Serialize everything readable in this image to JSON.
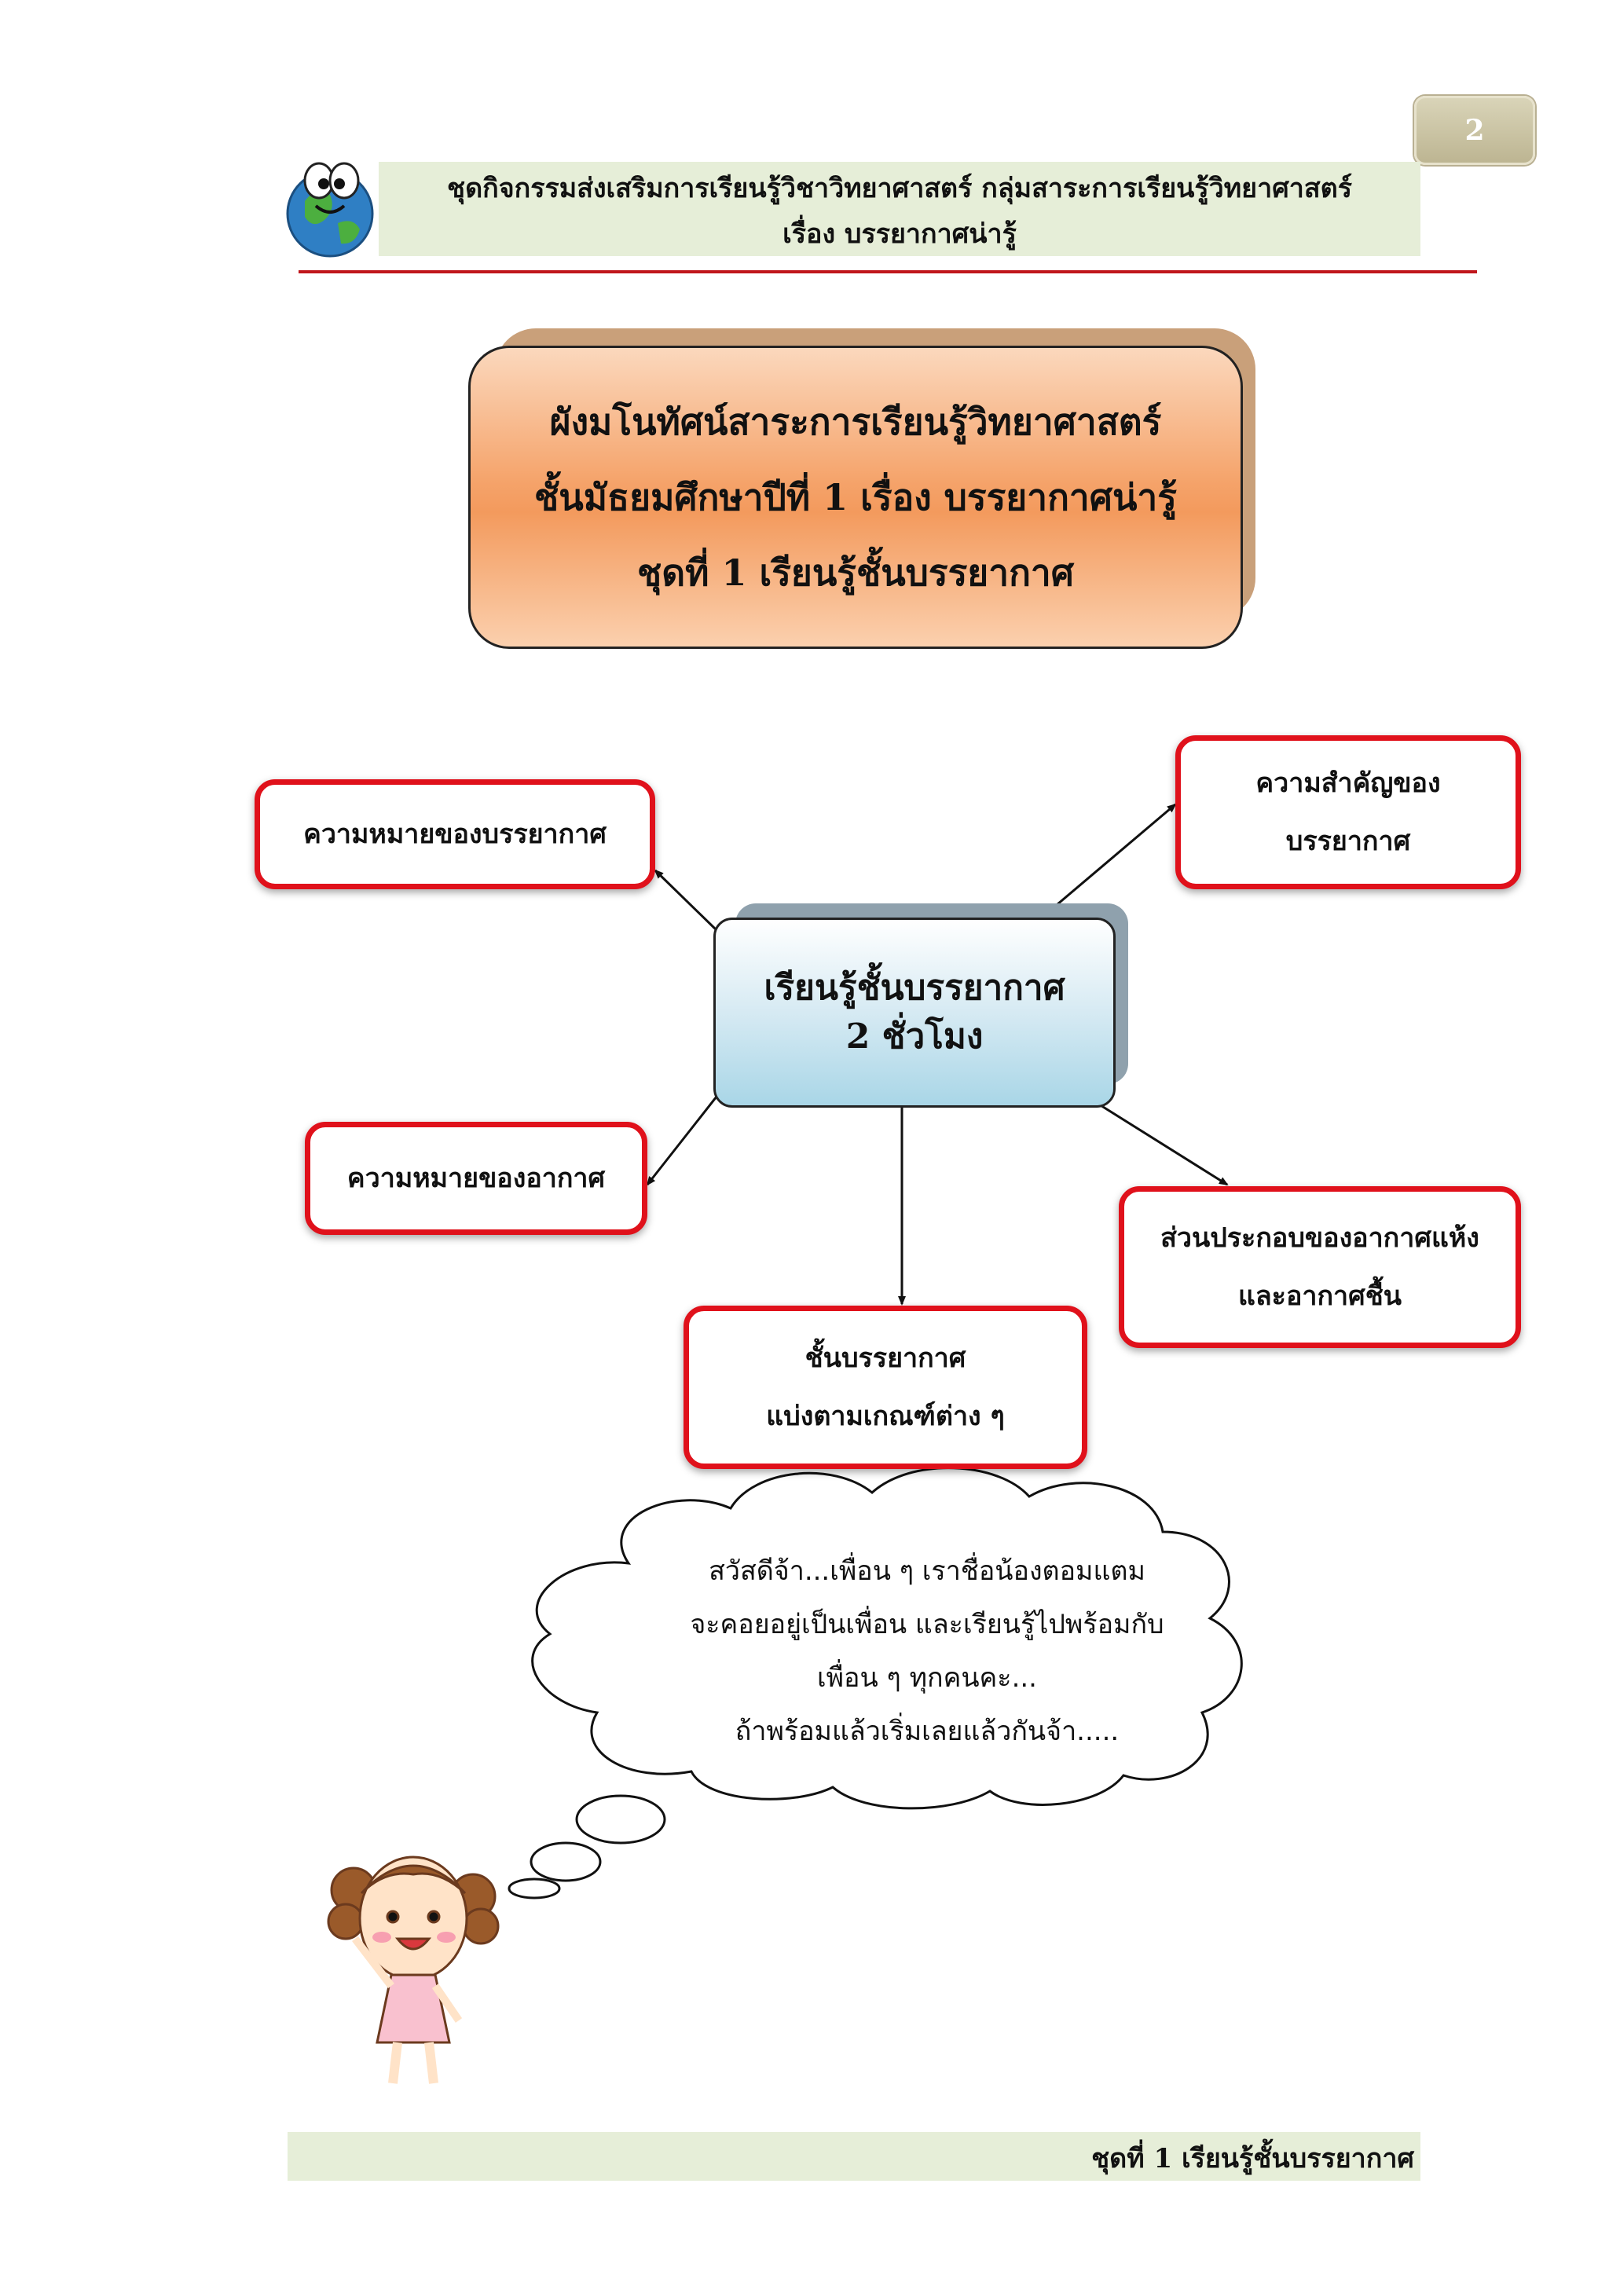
{
  "page": {
    "number": "2"
  },
  "header": {
    "line1": "ชุดกิจกรรมส่งเสริมการเรียนรู้วิชาวิทยาศาสตร์ กลุ่มสาระการเรียนรู้วิทยาศาสตร์",
    "line2": "เรื่อง บรรยากาศน่ารู้",
    "accent_color": "#c0161b"
  },
  "title_box": {
    "line1": "ผังมโนทัศน์สาระการเรียนรู้วิทยาศาสตร์",
    "line2": "ชั้นมัธยมศึกษาปีที่ 1 เรื่อง บรรยากาศน่ารู้",
    "line3": "ชุดที่ 1 เรียนรู้ชั้นบรรยากาศ"
  },
  "concept_map": {
    "center": {
      "line1": "เรียนรู้ชั้นบรรยากาศ",
      "line2": "2 ชั่วโมง"
    },
    "topics": [
      {
        "line1": "ความหมายของบรรยากาศ"
      },
      {
        "line1": "ความสำคัญของ",
        "line2": "บรรยากาศ"
      },
      {
        "line1": "ความหมายของอากาศ"
      },
      {
        "line1": "ส่วนประกอบของอากาศแห้ง",
        "line2": "และอากาศชื้น"
      },
      {
        "line1": "ชั้นบรรยากาศ",
        "line2": "แบ่งตามเกณฑ์ต่าง ๆ"
      }
    ],
    "border_color": "#e0111b"
  },
  "speech_bubble": {
    "lines": [
      "สวัสดีจ้า...เพื่อน ๆ เราชื่อน้องตอมแตม",
      "จะคอยอยู่เป็นเพื่อน และเรียนรู้ไปพร้อมกับ",
      "เพื่อน ๆ ทุกคนคะ...",
      "ถ้าพร้อมแล้วเริ่มเลยแล้วกันจ้า....."
    ]
  },
  "footer": {
    "text": "ชุดที่ 1 เรียนรู้ชั้นบรรยากาศ"
  },
  "icons": {
    "logo": "globe-mascot-icon",
    "character": "girl-mascot-icon"
  }
}
